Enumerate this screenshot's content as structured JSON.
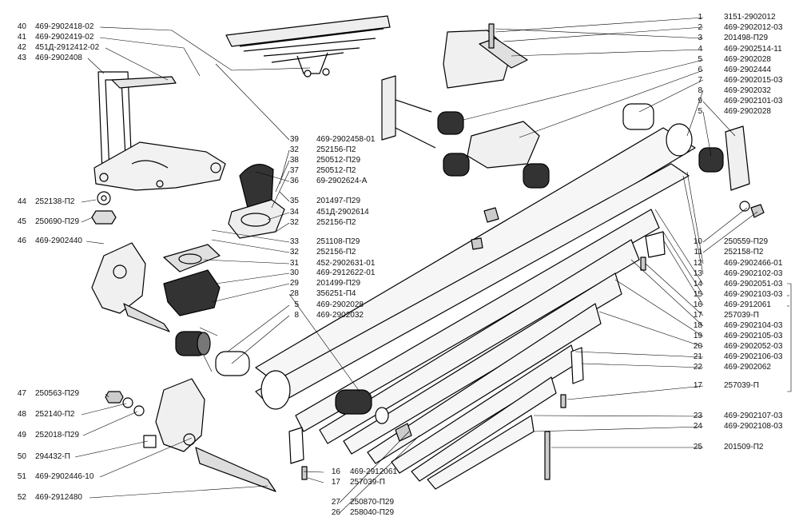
{
  "callouts_right": [
    {
      "num": "1",
      "code": "3151-2902012"
    },
    {
      "num": "2",
      "code": "469-2902012-03"
    },
    {
      "num": "3",
      "code": "201498-П29"
    },
    {
      "num": "4",
      "code": "469-2902514-11"
    },
    {
      "num": "5",
      "code": "469-2902028"
    },
    {
      "num": "6",
      "code": "469-2902444"
    },
    {
      "num": "7",
      "code": "469-2902015-03"
    },
    {
      "num": "8",
      "code": "469-2902032"
    },
    {
      "num": "9",
      "code": "469-2902101-03"
    },
    {
      "num": "5",
      "code": "469-2902028"
    }
  ],
  "callouts_right_lower": [
    {
      "num": "10",
      "code": "250559-П29"
    },
    {
      "num": "11",
      "code": "252158-П2"
    },
    {
      "num": "12",
      "code": "469-2902466-01"
    },
    {
      "num": "13",
      "code": "469-2902102-03"
    },
    {
      "num": "14",
      "code": "469-2902051-03"
    },
    {
      "num": "15",
      "code": "469-2902103-03"
    },
    {
      "num": "16",
      "code": "469-2912061"
    },
    {
      "num": "17",
      "code": "257039-П"
    },
    {
      "num": "18",
      "code": "469-2902104-03"
    },
    {
      "num": "19",
      "code": "469-2902105-03"
    },
    {
      "num": "20",
      "code": "469-2902052-03"
    },
    {
      "num": "21",
      "code": "469-2902106-03"
    },
    {
      "num": "22",
      "code": "469-2902062"
    }
  ],
  "callout_17b": {
    "num": "17",
    "code": "257039-П"
  },
  "callouts_bottom_right": [
    {
      "num": "23",
      "code": "469-2902107-03"
    },
    {
      "num": "24",
      "code": "469-2902108-03"
    },
    {
      "num": "25",
      "code": "201509-П2"
    }
  ],
  "callouts_left": [
    {
      "num": "40",
      "code": "469-2902418-02"
    },
    {
      "num": "41",
      "code": "469-2902419-02"
    },
    {
      "num": "42",
      "code": "451Д-2912412-02"
    },
    {
      "num": "43",
      "code": "469-2902408"
    }
  ],
  "callouts_left_mid": [
    {
      "num": "44",
      "code": "252138-П2"
    },
    {
      "num": "45",
      "code": "250690-П29"
    },
    {
      "num": "46",
      "code": "469-2902440"
    }
  ],
  "callouts_left_bottom": [
    {
      "num": "47",
      "code": "250563-П29"
    },
    {
      "num": "48",
      "code": "252140-П2"
    },
    {
      "num": "49",
      "code": "252018-П29"
    },
    {
      "num": "50",
      "code": "294432-П"
    },
    {
      "num": "51",
      "code": "469-2902446-10"
    },
    {
      "num": "52",
      "code": "469-2912480"
    }
  ],
  "callouts_center": [
    {
      "num": "39",
      "code": "469-2902458-01"
    },
    {
      "num": "32",
      "code": "252156-П2"
    },
    {
      "num": "38",
      "code": "250512-П29"
    },
    {
      "num": "37",
      "code": "250512-П2"
    },
    {
      "num": "36",
      "code": "69-2902624-А"
    },
    {
      "num": "35",
      "code": "201497-П29"
    },
    {
      "num": "34",
      "code": "451Д-2902614"
    },
    {
      "num": "32",
      "code": "252156-П2"
    },
    {
      "num": "33",
      "code": "251108-П29"
    },
    {
      "num": "32",
      "code": "252156-П2"
    },
    {
      "num": "31",
      "code": "452-2902631-01"
    },
    {
      "num": "30",
      "code": "469-2912622-01"
    },
    {
      "num": "29",
      "code": "201499-П29"
    },
    {
      "num": "28",
      "code": "356251-П4"
    },
    {
      "num": "5",
      "code": "469-2902028"
    },
    {
      "num": "8",
      "code": "469-2902032"
    }
  ],
  "callouts_bottom_center": [
    {
      "num": "16",
      "code": "469-2912061"
    },
    {
      "num": "17",
      "code": "257039-П"
    },
    {
      "num": "27",
      "code": "250870-П29"
    },
    {
      "num": "26",
      "code": "258040-П29"
    }
  ]
}
